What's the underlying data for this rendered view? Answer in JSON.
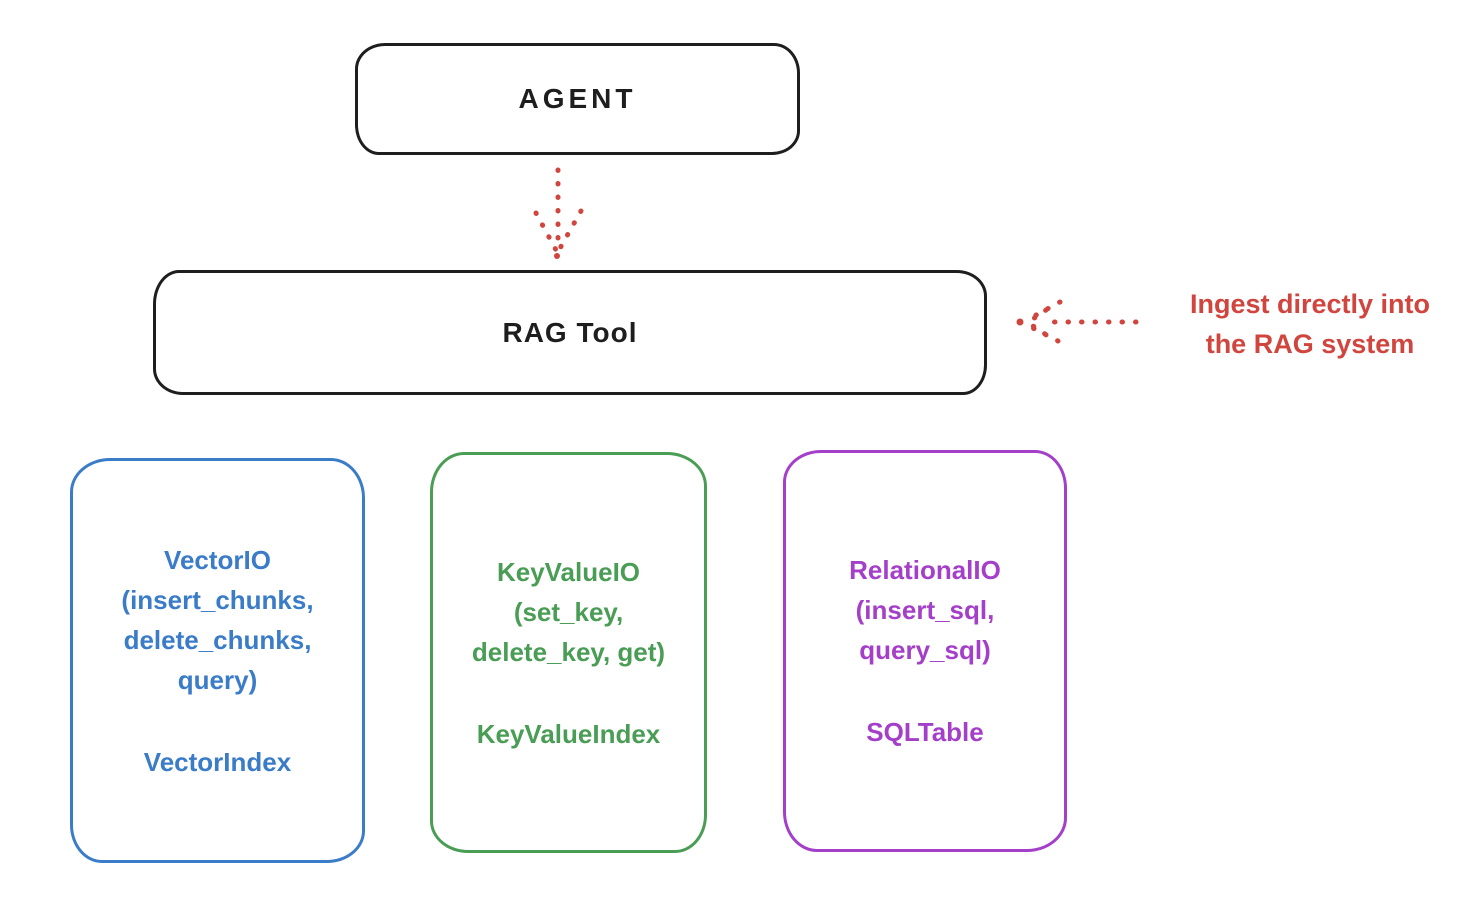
{
  "diagram": {
    "background_color": "#ffffff",
    "nodes": {
      "agent": {
        "label": "AGENT",
        "border_color": "#1e1e1e"
      },
      "rag_tool": {
        "label": "RAG Tool",
        "border_color": "#1e1e1e"
      }
    },
    "annotation": {
      "line1": "Ingest directly into",
      "line2": "the RAG system",
      "color": "#d0453e"
    },
    "arrows": [
      {
        "name": "agent-to-rag-tool",
        "style": "dotted",
        "color": "#d0453e",
        "direction": "down"
      },
      {
        "name": "annotation-to-rag-tool",
        "style": "dotted",
        "color": "#d0453e",
        "direction": "left"
      }
    ],
    "cards": [
      {
        "name": "vector-io",
        "color": "#3b7cc9",
        "lines": [
          "VectorIO",
          "(insert_chunks,",
          "delete_chunks,",
          "query)"
        ],
        "index_label": "VectorIndex"
      },
      {
        "name": "keyvalue-io",
        "color": "#4a9d55",
        "lines": [
          "KeyValueIO",
          "(set_key,",
          "delete_key, get)"
        ],
        "index_label": "KeyValueIndex"
      },
      {
        "name": "relational-io",
        "color": "#a43fc9",
        "lines": [
          "RelationalIO",
          "(insert_sql,",
          "query_sql)"
        ],
        "index_label": "SQLTable"
      }
    ]
  }
}
